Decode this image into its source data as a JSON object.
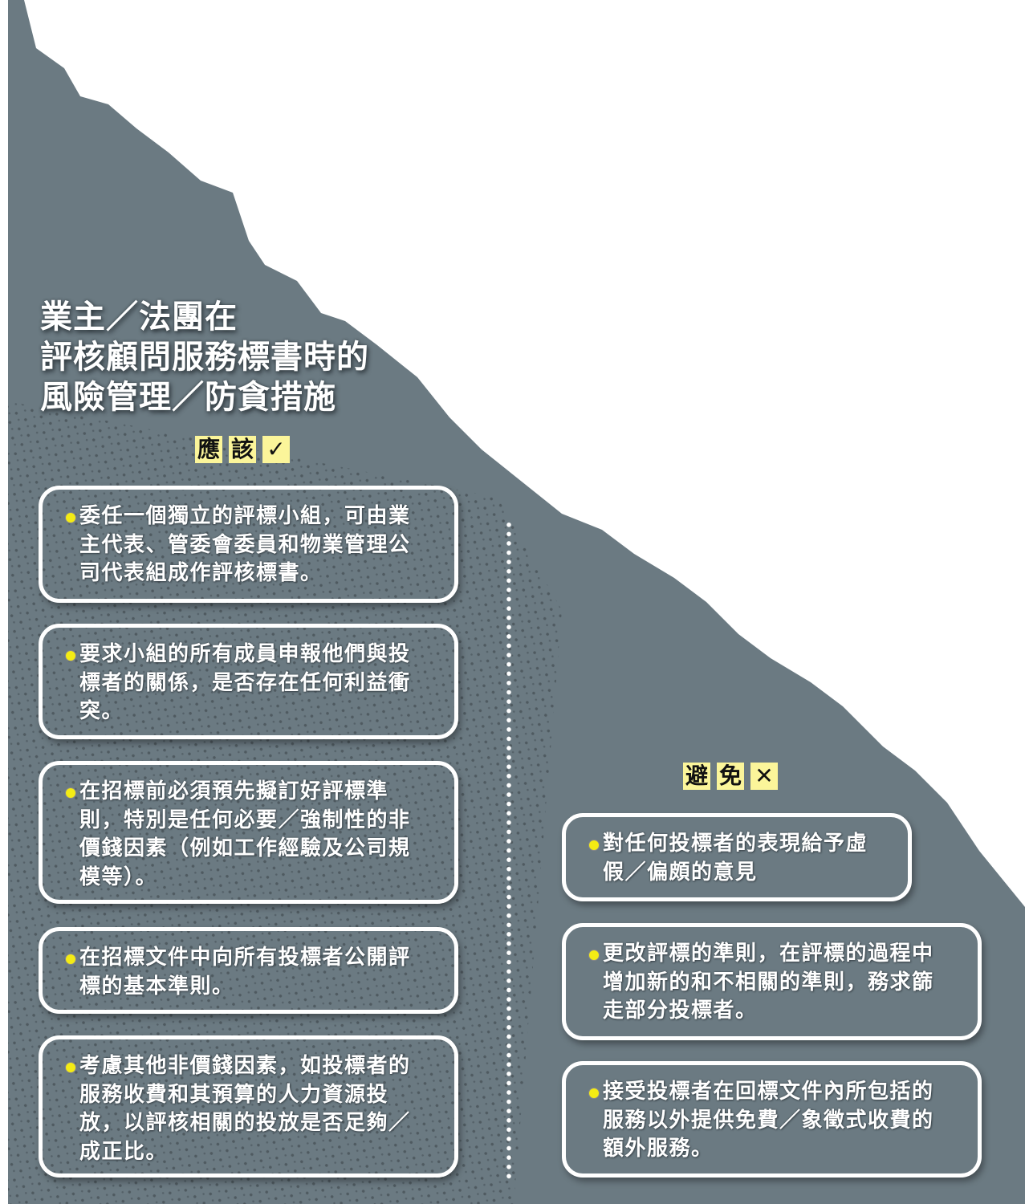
{
  "colors": {
    "background_grey": "#6b7a82",
    "tag_yellow": "#fbf59a",
    "bullet": "#f4ec14"
  },
  "title": {
    "lines": [
      "業主／法團在",
      "評核顧問服務標書時的",
      "風險管理／防貪措施"
    ]
  },
  "should": {
    "tags": [
      "應",
      "該",
      "✓"
    ],
    "items": [
      {
        "lines": [
          "委任一個獨立的評標小組，可由業",
          "主代表、管委會委員和物業管理公",
          "司代表組成作評核標書。"
        ]
      },
      {
        "lines": [
          "要求小組的所有成員申報他們與投",
          "標者的關係，是否存在任何利益衝",
          "突。"
        ]
      },
      {
        "lines": [
          "在招標前必須預先擬訂好評標準",
          "則，特別是任何必要／強制性的非",
          "價錢因素（例如工作經驗及公司規",
          "模等）。"
        ]
      },
      {
        "lines": [
          "在招標文件中向所有投標者公開評",
          "標的基本準則。"
        ]
      },
      {
        "lines": [
          "考慮其他非價錢因素，如投標者的",
          "服務收費和其預算的人力資源投",
          "放，以評核相關的投放是否足夠／",
          "成正比。"
        ]
      }
    ]
  },
  "avoid": {
    "tags": [
      "避",
      "免",
      "✕"
    ],
    "items": [
      {
        "lines": [
          "對任何投標者的表現給予虛",
          "假／偏頗的意見"
        ]
      },
      {
        "lines": [
          "更改評標的準則，在評標的過程中",
          "增加新的和不相關的準則，務求篩",
          "走部分投標者。"
        ]
      },
      {
        "lines": [
          "接受投標者在回標文件內所包括的",
          "服務以外提供免費／象徵式收費的",
          "額外服務。"
        ]
      }
    ]
  }
}
